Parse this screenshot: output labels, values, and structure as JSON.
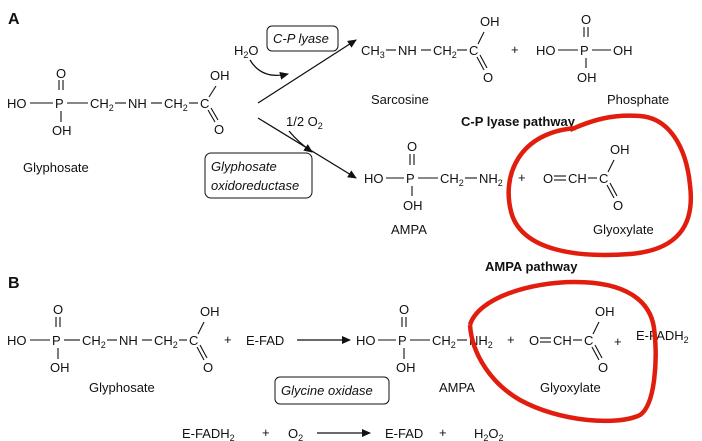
{
  "colors": {
    "ink": "#111111",
    "highlight": "#e11d0e",
    "background": "#ffffff"
  },
  "panel_a": {
    "label": "A",
    "glyphosate": {
      "name": "Glyphosate",
      "ho": "HO",
      "p": "P",
      "o": "O",
      "oh": "OH",
      "ch2": "CH",
      "sub2": "2",
      "nh": "NH",
      "c": "C",
      "o2": "O",
      "oh2": "OH"
    },
    "cp_lyase_arrow": {
      "enzyme": "C-P lyase",
      "reactant_h": "H",
      "reactant_sub": "2",
      "reactant_o": "O"
    },
    "sarcosine": {
      "name": "Sarcosine",
      "ch3": "CH",
      "sub3": "3",
      "nh": "NH",
      "ch2": "CH",
      "sub2": "2",
      "c": "C",
      "oh": "OH",
      "o": "O"
    },
    "plus1": "+",
    "phosphate": {
      "name": "Phosphate",
      "ho": "HO",
      "p": "P",
      "oh_right": "OH",
      "o": "O",
      "oh_down": "OH"
    },
    "cp_pathway_title": "C-P lyase pathway",
    "oxidoreductase_arrow": {
      "enzyme_line1": "Glyphosate",
      "enzyme_line2": "oxidoreductase",
      "reactant": "1/2 O",
      "reactant_sub": "2"
    },
    "ampa": {
      "name": "AMPA",
      "ho": "HO",
      "p": "P",
      "o": "O",
      "oh": "OH",
      "ch2": "CH",
      "sub2": "2",
      "nh2": "NH",
      "sub_nh": "2"
    },
    "plus2": "+",
    "glyoxylate": {
      "name": "Glyoxylate",
      "o_left": "O",
      "ch": "CH",
      "c": "C",
      "oh": "OH",
      "o": "O"
    },
    "ampa_pathway_title": "AMPA pathway"
  },
  "panel_b": {
    "label": "B",
    "glyphosate": {
      "name": "Glyphosate",
      "ho": "HO",
      "p": "P",
      "o": "O",
      "oh": "OH",
      "ch2": "CH",
      "sub2": "2",
      "nh": "NH",
      "c": "C",
      "o2": "O",
      "oh2": "OH"
    },
    "plus1": "+",
    "efad": "E-FAD",
    "enzyme": "Glycine oxidase",
    "ampa": {
      "name": "AMPA",
      "ho": "HO",
      "p": "P",
      "o": "O",
      "oh": "OH",
      "ch2": "CH",
      "sub2": "2",
      "nh2": "NH",
      "sub_nh": "2"
    },
    "plus2": "+",
    "glyoxylate": {
      "name": "Glyoxylate",
      "o_left": "O",
      "ch": "CH",
      "c": "C",
      "oh": "OH",
      "o": "O"
    },
    "plus3": "+",
    "efadh2": "E-FADH",
    "efadh2_sub": "2",
    "second_reaction": {
      "reactant1": "E-FADH",
      "reactant1_sub": "2",
      "plus1": "+",
      "reactant2": "O",
      "reactant2_sub": "2",
      "product1": "E-FAD",
      "plus2": "+",
      "product2": "H",
      "product2_sub": "2",
      "product2_o": "O",
      "product2_sub2": "2"
    }
  }
}
